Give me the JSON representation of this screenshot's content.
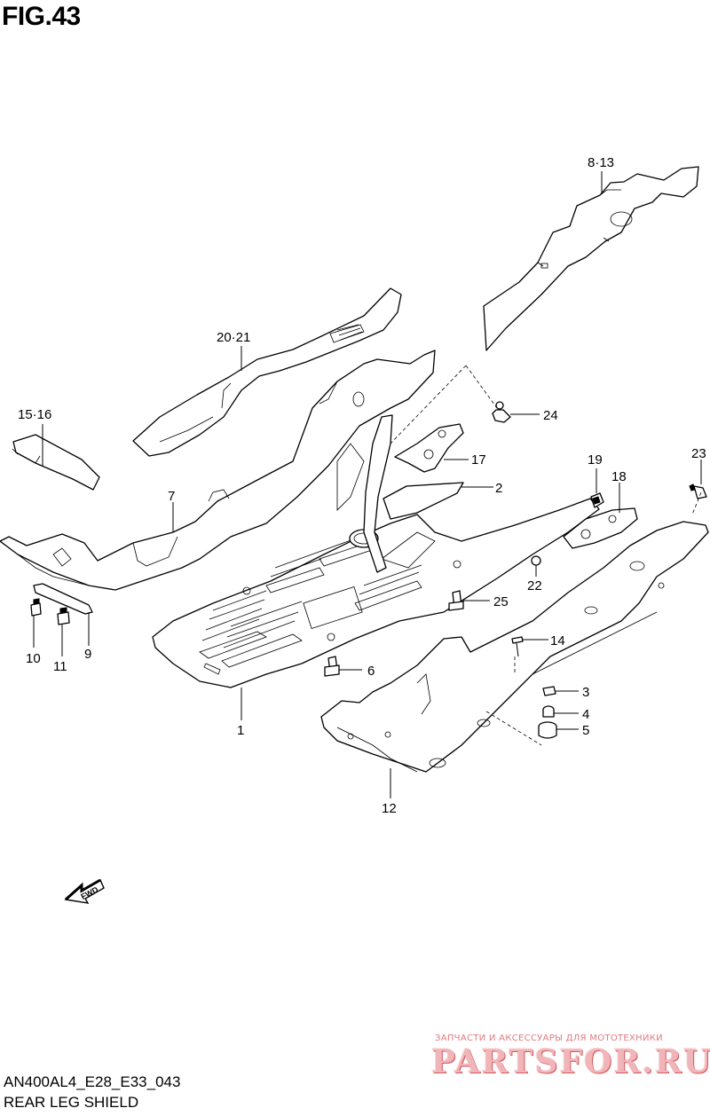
{
  "figure": {
    "title": "FIG.43",
    "code": "AN400AL4_E28_E33_043",
    "name": "REAR LEG SHIELD"
  },
  "callouts": [
    {
      "id": "c-8-13",
      "label": "8·13"
    },
    {
      "id": "c-20-21",
      "label": "20·21"
    },
    {
      "id": "c-15-16",
      "label": "15·16"
    },
    {
      "id": "c-24",
      "label": "24"
    },
    {
      "id": "c-17",
      "label": "17"
    },
    {
      "id": "c-2",
      "label": "2"
    },
    {
      "id": "c-7",
      "label": "7"
    },
    {
      "id": "c-19",
      "label": "19"
    },
    {
      "id": "c-18",
      "label": "18"
    },
    {
      "id": "c-23",
      "label": "23"
    },
    {
      "id": "c-22",
      "label": "22"
    },
    {
      "id": "c-25",
      "label": "25"
    },
    {
      "id": "c-10",
      "label": "10"
    },
    {
      "id": "c-11",
      "label": "11"
    },
    {
      "id": "c-9",
      "label": "9"
    },
    {
      "id": "c-14",
      "label": "14"
    },
    {
      "id": "c-6",
      "label": "6"
    },
    {
      "id": "c-3",
      "label": "3"
    },
    {
      "id": "c-4",
      "label": "4"
    },
    {
      "id": "c-5",
      "label": "5"
    },
    {
      "id": "c-1",
      "label": "1"
    },
    {
      "id": "c-12",
      "label": "12"
    }
  ],
  "fwd_label": "FWD",
  "watermark": {
    "caption": "ЗАПЧАСТИ И АКСЕССУАРЫ ДЛЯ МОТОТЕХНИКИ",
    "logo": "PARTSFOR.RU"
  }
}
